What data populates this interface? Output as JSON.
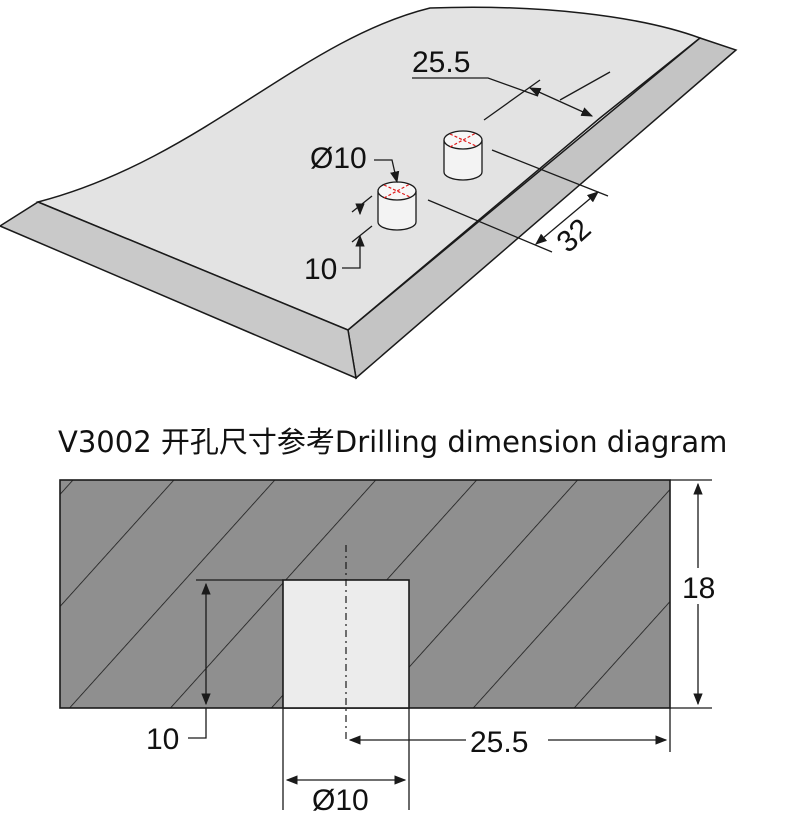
{
  "title": "V3002 开孔尺寸参考Drilling dimension diagram",
  "iso_view": {
    "dim_hole_spacing": "25.5",
    "dim_hole_diameter": "Ø10",
    "dim_edge_distance": "32",
    "dim_hole_depth": "10"
  },
  "section_view": {
    "dim_board_thickness": "18",
    "dim_hole_depth": "10",
    "dim_center_offset": "25.5",
    "dim_hole_diameter": "Ø10"
  },
  "colors": {
    "board_face": "#e3e3e3",
    "board_edge": "#c9c9c9",
    "section_fill": "#8f8f8f",
    "hole_fill": "#ececec",
    "hole_cross": "#e01b1b",
    "line": "#1a1a1a"
  }
}
